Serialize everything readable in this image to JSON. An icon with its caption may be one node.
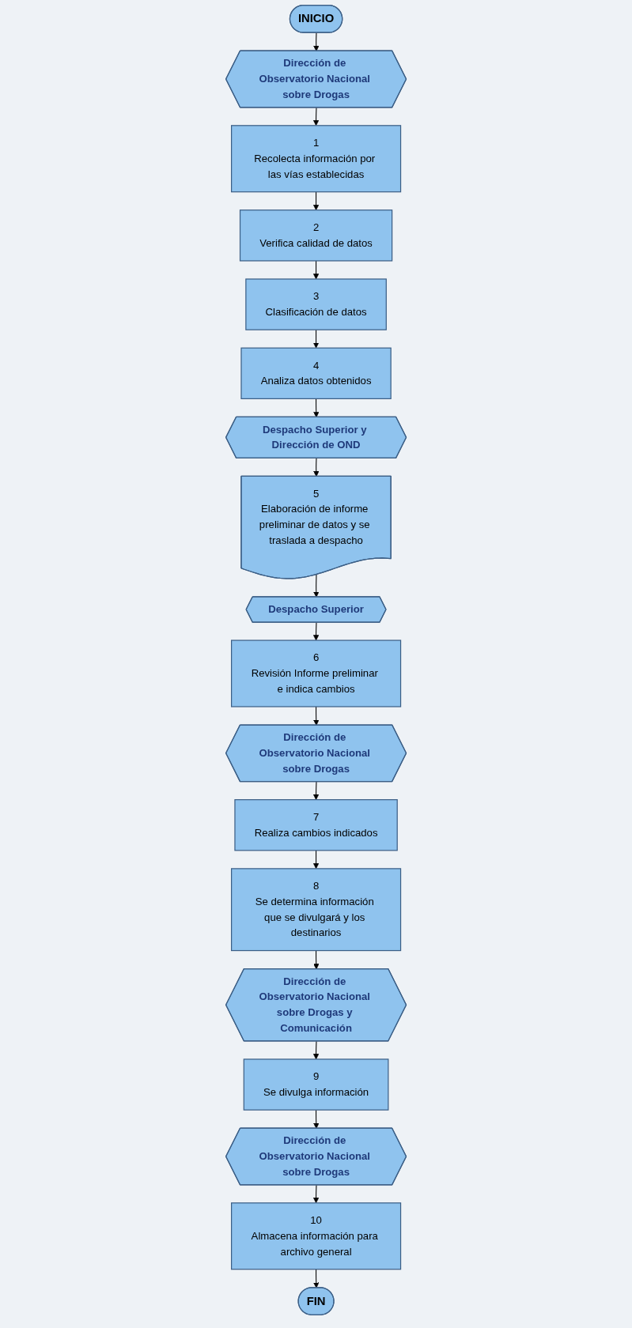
{
  "diagram": {
    "nodes": [
      {
        "text": [
          "INICIO"
        ]
      },
      {
        "text": [
          "Dirección de Observatorio Nacional sobre Drogas"
        ]
      },
      {
        "text": [
          "1",
          "Recolecta información por las vías establecidas"
        ]
      },
      {
        "text": [
          "2",
          "Verifica calidad de datos"
        ]
      },
      {
        "text": [
          "3",
          "Clasificación de datos"
        ]
      },
      {
        "text": [
          "4",
          "Analiza datos obtenidos"
        ]
      },
      {
        "text": [
          "Despacho Superior y Dirección de OND"
        ]
      },
      {
        "text": [
          "5",
          "Elaboración de informe preliminar de datos y se traslada a despacho"
        ]
      },
      {
        "text": [
          "Despacho Superior"
        ]
      },
      {
        "text": [
          "6",
          "Revisión Informe preliminar e indica cambios"
        ]
      },
      {
        "text": [
          "Dirección de Observatorio Nacional sobre Drogas"
        ]
      },
      {
        "text": [
          "7",
          "Realiza cambios indicados"
        ]
      },
      {
        "text": [
          "8",
          "Se determina información que se divulgará y los destinarios"
        ]
      },
      {
        "text": [
          "Dirección de Observatorio Nacional sobre Drogas y Comunicación"
        ]
      },
      {
        "text": [
          "9",
          "Se divulga información"
        ]
      },
      {
        "text": [
          "Dirección de Observatorio Nacional sobre Drogas"
        ]
      },
      {
        "text": [
          "10",
          "Almacena información para archivo general"
        ]
      },
      {
        "text": [
          "FIN"
        ]
      }
    ],
    "edges": [
      {
        "from": 0,
        "to": 1,
        "arrow": "to"
      },
      {
        "from": 1,
        "to": 2,
        "arrow": "to"
      },
      {
        "from": 2,
        "to": 3,
        "arrow": "to"
      },
      {
        "from": 3,
        "to": 4,
        "arrow": "to"
      },
      {
        "from": 4,
        "to": 5,
        "arrow": "to"
      },
      {
        "from": 5,
        "to": 6,
        "arrow": "to"
      },
      {
        "from": 6,
        "to": 7,
        "arrow": "to"
      },
      {
        "from": 7,
        "to": 8,
        "arrow": "to"
      },
      {
        "from": 8,
        "to": 9,
        "arrow": "to"
      },
      {
        "from": 9,
        "to": 10,
        "arrow": "to"
      },
      {
        "from": 10,
        "to": 11,
        "arrow": "to"
      },
      {
        "from": 11,
        "to": 12,
        "arrow": "to"
      },
      {
        "from": 12,
        "to": 13,
        "arrow": "to"
      },
      {
        "from": 13,
        "to": 14,
        "arrow": "to"
      },
      {
        "from": 14,
        "to": 15,
        "arrow": "to"
      },
      {
        "from": 15,
        "to": 16,
        "arrow": "to"
      },
      {
        "from": 16,
        "to": 17,
        "arrow": "to"
      }
    ]
  }
}
